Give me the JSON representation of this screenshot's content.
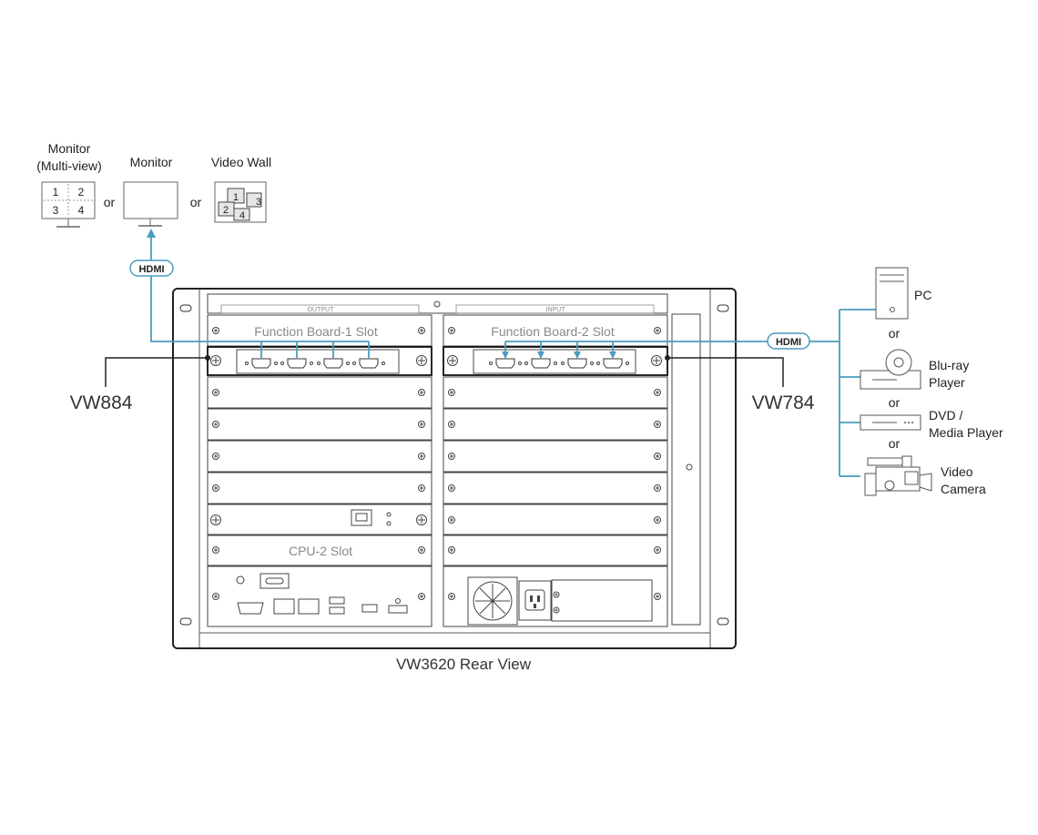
{
  "outputs": {
    "multiview_title_1": "Monitor",
    "multiview_title_2": "(Multi-view)",
    "multiview_cells": [
      "1",
      "2",
      "3",
      "4"
    ],
    "monitor_title": "Monitor",
    "videowall_title": "Video Wall",
    "videowall_cells": [
      "1",
      "2",
      "3",
      "4"
    ],
    "or_1": "or",
    "or_2": "or"
  },
  "cables": {
    "output_hdmi": "HDMI",
    "input_hdmi": "HDMI"
  },
  "chassis": {
    "output_label": "OUTPUT",
    "input_label": "INPUT",
    "slot_left": "Function Board-1 Slot",
    "slot_right": "Function Board-2 Slot",
    "cpu_slot": "CPU-2 Slot",
    "caption": "VW3620 Rear View"
  },
  "callouts": {
    "left_board": "VW884",
    "right_board": "VW784"
  },
  "sources": {
    "pc": "PC",
    "or_1": "or",
    "bluray_1": "Blu-ray",
    "bluray_2": "Player",
    "or_2": "or",
    "dvd_1": "DVD /",
    "dvd_2": "Media Player",
    "or_3": "or",
    "camera_1": "Video",
    "camera_2": "Camera"
  },
  "colors": {
    "cable": "#4a9cc0",
    "line": "#333333",
    "label_grey": "#888888"
  }
}
